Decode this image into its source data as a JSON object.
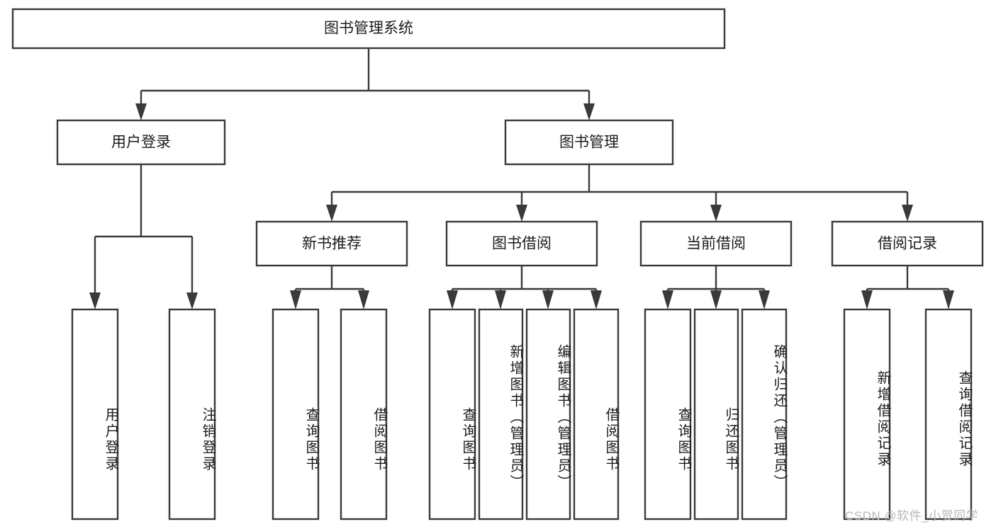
{
  "diagram": {
    "title": "图书管理系统",
    "type": "tree",
    "orientation": "top-down",
    "colors": {
      "box_fill": "#ffffff",
      "box_stroke": "#3a3a3a",
      "text": "#1c1c1c",
      "connector": "#3a3a3a",
      "background": "#ffffff",
      "watermark": "#b8b8b8"
    },
    "root": {
      "label": "图书管理系统"
    },
    "level2": [
      {
        "label": "用户登录"
      },
      {
        "label": "图书管理"
      }
    ],
    "level3": [
      {
        "label": "新书推荐"
      },
      {
        "label": "图书借阅"
      },
      {
        "label": "当前借阅"
      },
      {
        "label": "借阅记录"
      }
    ],
    "leaves": {
      "user_login": [
        {
          "label": "用户登录"
        },
        {
          "label": "注销登录"
        }
      ],
      "new_book_recommend": [
        {
          "label": "查询图书"
        },
        {
          "label": "借阅图书"
        }
      ],
      "book_borrow": [
        {
          "label": "查询图书"
        },
        {
          "label": "新增图书（管理员）"
        },
        {
          "label": "编辑图书（管理员）"
        },
        {
          "label": "借阅图书"
        }
      ],
      "current_borrow": [
        {
          "label": "查询图书"
        },
        {
          "label": "归还图书"
        },
        {
          "label": "确认归还（管理员）"
        }
      ],
      "borrow_record": [
        {
          "label": "新增借阅记录"
        },
        {
          "label": "查询借阅记录"
        }
      ]
    }
  },
  "watermark": {
    "text": "CSDN @软件_小贺同学"
  }
}
